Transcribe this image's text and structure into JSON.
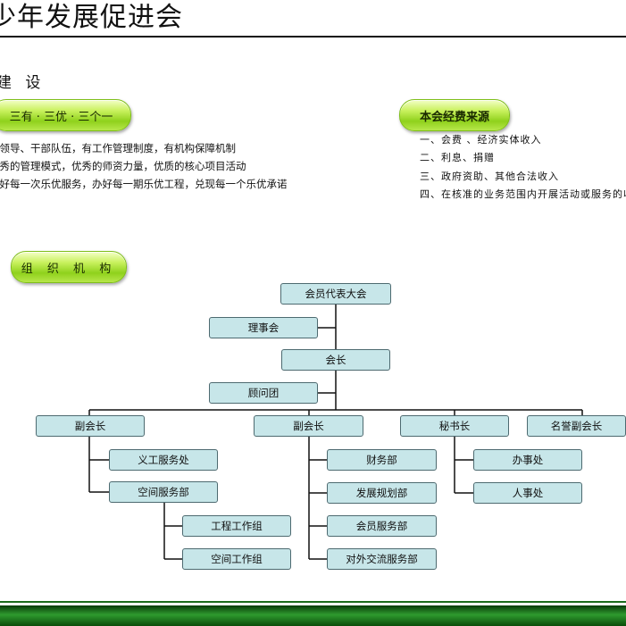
{
  "header": {
    "title": "少年发展促进会"
  },
  "section": {
    "heading": "建 设"
  },
  "principles": {
    "badge": "三有 · 三优 · 三个一",
    "lines": [
      "有领导、干部队伍，有工作管理制度，有机构保障机制",
      "优秀的管理模式，优秀的师资力量，优质的核心项目活动",
      "做好每一次乐优服务，办好每一期乐优工程，兑现每一个乐优承诺"
    ]
  },
  "funding": {
    "badge": "本会经费来源",
    "items": [
      "一、会费 、经济实体收入",
      "二、利息、捐赠",
      "三、政府资助、其他合法收入",
      "四、在核准的业务范围内开展活动或服务的收入"
    ]
  },
  "org": {
    "badge": "组 织 机 构",
    "assembly": "会员代表大会",
    "council": "理事会",
    "president": "会长",
    "advisors": "顾问团",
    "vp1": "副会长",
    "vp2": "副会长",
    "secretary": "秘书长",
    "honorary_vp": "名誉副会长",
    "volunteer_dept": "义工服务处",
    "space_dept": "空间服务部",
    "engineering_group": "工程工作组",
    "space_group": "空间工作组",
    "finance_dept": "财务部",
    "planning_dept": "发展规划部",
    "member_dept": "会员服务部",
    "external_dept": "对外交流服务部",
    "office": "办事处",
    "hr": "人事处"
  },
  "colors": {
    "node_fill": "#c7e6e9",
    "badge_green": "#8fd11c",
    "footer_green": "#1d6b1d"
  }
}
